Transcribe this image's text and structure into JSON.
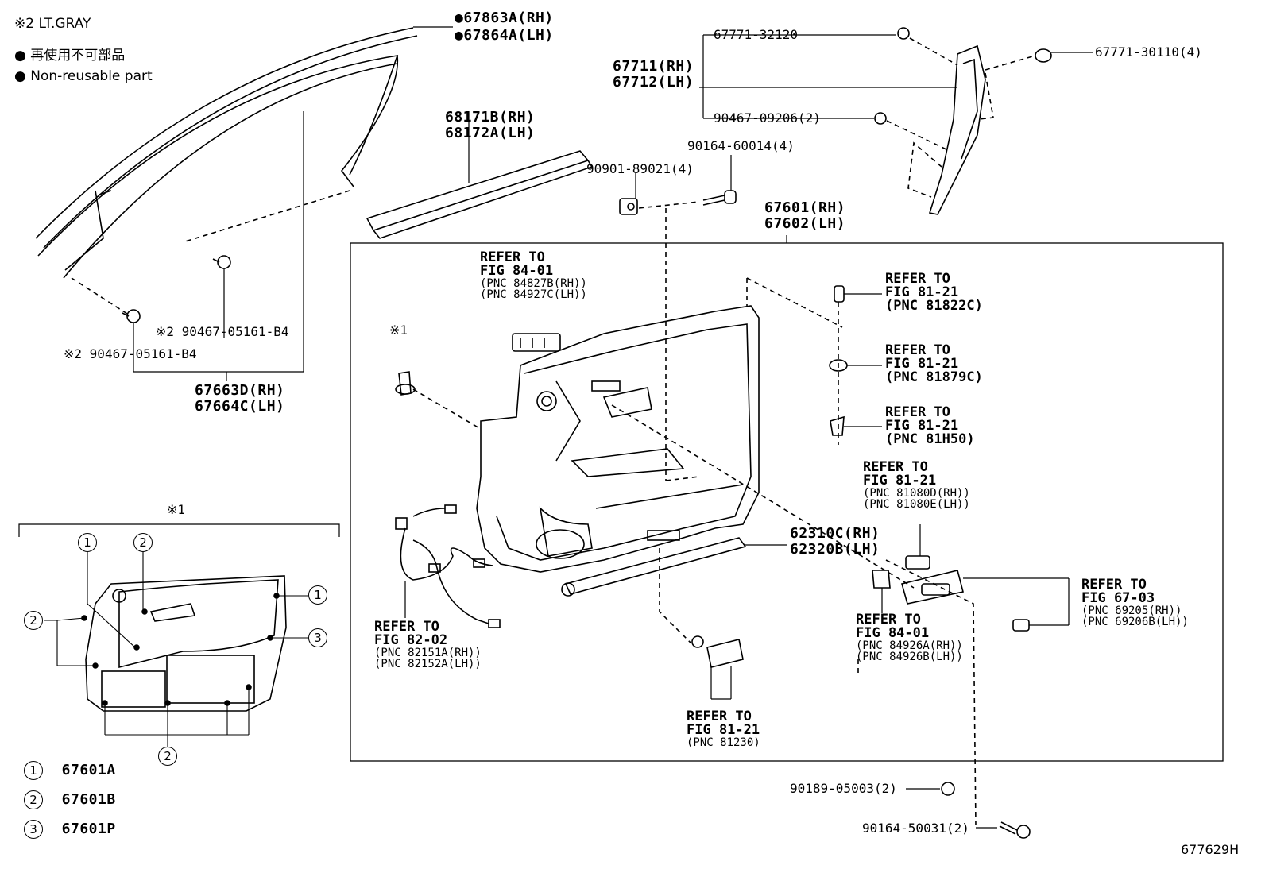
{
  "legend": {
    "lt_gray": "※2 LT.GRAY",
    "non_reusable_jp": "再使用不可部品",
    "non_reusable_en": "Non-reusable part"
  },
  "parts": {
    "weatherstrip_rh": "67863A(RH)",
    "weatherstrip_lh": "67864A(LH)",
    "garnish_rh": "67663D(RH)",
    "garnish_lh": "67664C(LH)",
    "clip_upper": "※2 90467-05161-B4",
    "clip_lower": "※2 90467-05161-B4",
    "belt_rh": "68171B(RH)",
    "belt_lh": "68172A(LH)",
    "nut": "90901-89021(4)",
    "bolt": "90164-60014(4)",
    "trim_board_rh": "67601(RH)",
    "trim_board_lh": "67602(LH)",
    "clip_top": "67771-32120",
    "upper_panel_rh": "67711(RH)",
    "upper_panel_lh": "67712(LH)",
    "clip_side": "67771-30110(4)",
    "clip_mid": "90467-09206(2)",
    "armrest_rh": "62310C(RH)",
    "armrest_lh": "62320B(LH)",
    "screw_a": "90189-05003(2)",
    "screw_b": "90164-50031(2)",
    "star1": "※1",
    "star1_detail": "※1"
  },
  "refs": {
    "switch_top": {
      "l1": "REFER TO",
      "l2": "FIG 84-01",
      "l3": "(PNC 84827B(RH))",
      "l4": "(PNC 84927C(LH))"
    },
    "lamp_a": {
      "l1": "REFER TO",
      "l2": "FIG 81-21",
      "l3": "(PNC 81822C)"
    },
    "lamp_b": {
      "l1": "REFER TO",
      "l2": "FIG 81-21",
      "l3": "(PNC 81879C)"
    },
    "lamp_c": {
      "l1": "REFER TO",
      "l2": "FIG 81-21",
      "l3": "(PNC 81H50)"
    },
    "lamp_d": {
      "l1": "REFER TO",
      "l2": "FIG 81-21",
      "l3": "(PNC 81080D(RH))",
      "l4": "(PNC 81080E(LH))"
    },
    "handle": {
      "l1": "REFER TO",
      "l2": "FIG 67-03",
      "l3": "(PNC 69205(RH))",
      "l4": "(PNC 69206B(LH))"
    },
    "switch_b": {
      "l1": "REFER TO",
      "l2": "FIG 84-01",
      "l3": "(PNC 84926A(RH))",
      "l4": "(PNC 84926B(LH))"
    },
    "wire": {
      "l1": "REFER TO",
      "l2": "FIG 82-02",
      "l3": "(PNC 82151A(RH))",
      "l4": "(PNC 82152A(LH))"
    },
    "courtesy": {
      "l1": "REFER TO",
      "l2": "FIG 81-21",
      "l3": "(PNC 81230)"
    }
  },
  "key": [
    {
      "num": "1",
      "part": "67601A"
    },
    {
      "num": "2",
      "part": "67601B"
    },
    {
      "num": "3",
      "part": "67601P"
    }
  ],
  "callouts": {
    "one": "1",
    "two": "2",
    "three": "3"
  },
  "figure_id": "677629H"
}
